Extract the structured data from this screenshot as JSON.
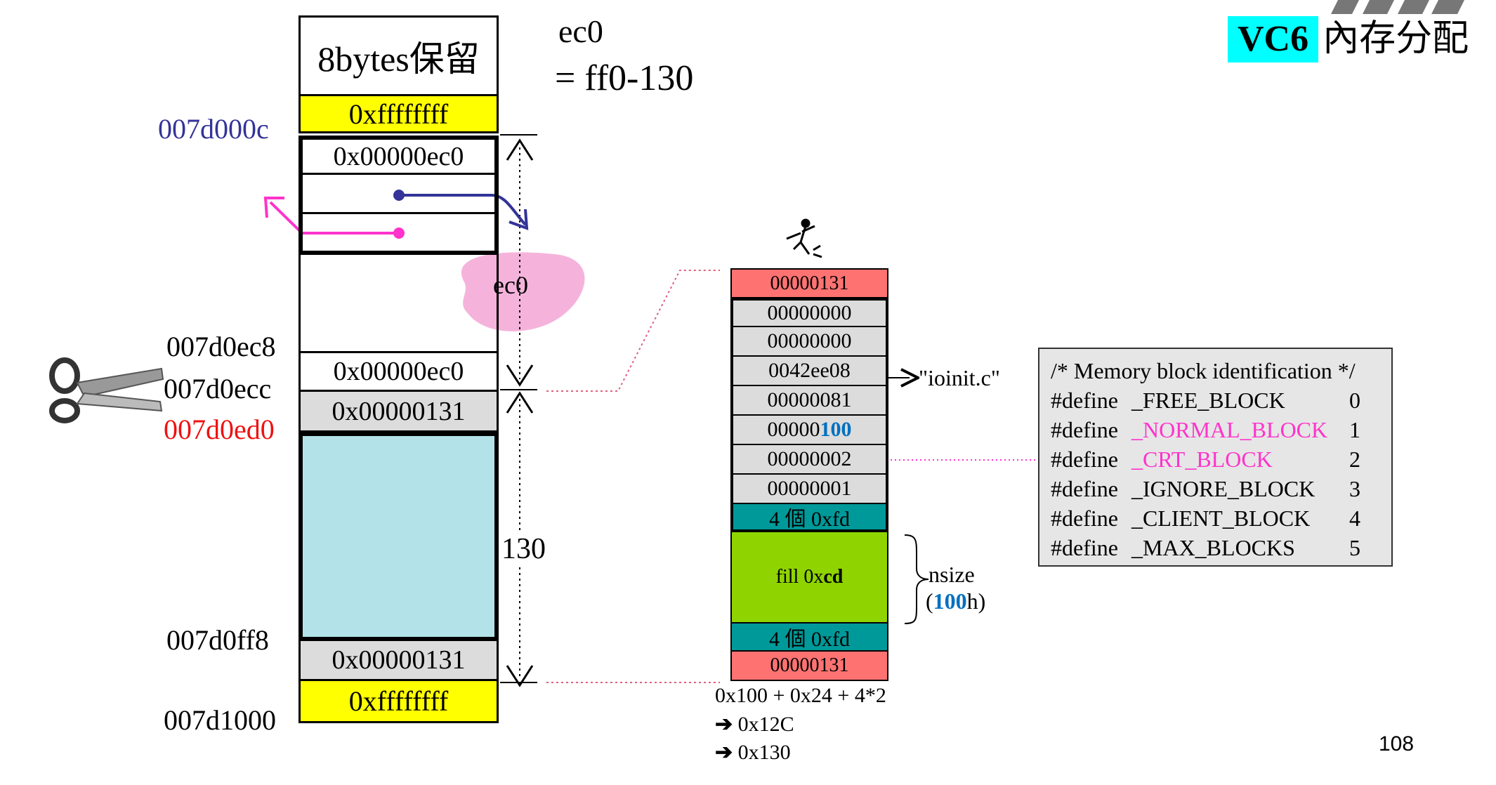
{
  "header": {
    "title_badge": "VC6",
    "title_text": "內存分配",
    "page_number": "108"
  },
  "formula": {
    "line1": "ec0",
    "line2": "= ff0-130"
  },
  "left_column": {
    "reserved_label": "8bytes保留",
    "top_sentinel": "0xffffffff",
    "header_size": "0x00000ec0",
    "footer_size": "0x00000ec0",
    "block_cookie_top": "0x00000131",
    "block_cookie_bottom": "0x00000131",
    "bottom_sentinel": "0xffffffff",
    "span_label": "130",
    "free_blob_label": "ec0"
  },
  "addresses": {
    "a1": "007d000c",
    "a2": "007d0ec8",
    "a3": "007d0ecc",
    "a4": "007d0ed0",
    "a5": "007d0ff8",
    "a6": "007d1000"
  },
  "right_column": {
    "cookie_top": "00000131",
    "row1": "00000000",
    "row2": "00000000",
    "row3": "0042ee08",
    "row4": "00000081",
    "row5_prefix": "00000",
    "row5_highlight": "100",
    "row6": "00000002",
    "row7": "00000001",
    "guard_top": "4 個 0xfd",
    "fill_prefix": "fill 0x",
    "fill_bold": "cd",
    "guard_bottom": "4 個 0xfd",
    "cookie_bottom": "00000131",
    "file_ref": "\"ioinit.c\"",
    "nsize_label": "nsize",
    "nsize_open": "(",
    "nsize_value": "100",
    "nsize_close": "h)"
  },
  "calc": {
    "line1": "0x100 + 0x24 + 4*2",
    "line2": "0x12C",
    "line3": "0x130",
    "arrow": "➔"
  },
  "defines": {
    "comment": "/* Memory block identification */",
    "rows": [
      {
        "kw": "#define",
        "name": "_FREE_BLOCK",
        "value": "0"
      },
      {
        "kw": "#define",
        "name": "_NORMAL_BLOCK",
        "value": "1"
      },
      {
        "kw": "#define",
        "name": "_CRT_BLOCK",
        "value": "2"
      },
      {
        "kw": "#define",
        "name": "_IGNORE_BLOCK",
        "value": "3"
      },
      {
        "kw": "#define",
        "name": "_CLIENT_BLOCK",
        "value": "4"
      },
      {
        "kw": "#define",
        "name": "_MAX_BLOCKS",
        "value": "5"
      }
    ]
  },
  "colors": {
    "yellow": "#ffff00",
    "cyan_badge": "#00ffff",
    "light_teal": "#b3e3e8",
    "gray_cell": "#dcdcdc",
    "salmon": "#ff7272",
    "teal_guard": "#009999",
    "green_fill": "#8fd400",
    "magenta": "#ff33cc",
    "blue": "#0070c0",
    "navy": "#333399",
    "red_addr": "#ee1111"
  }
}
